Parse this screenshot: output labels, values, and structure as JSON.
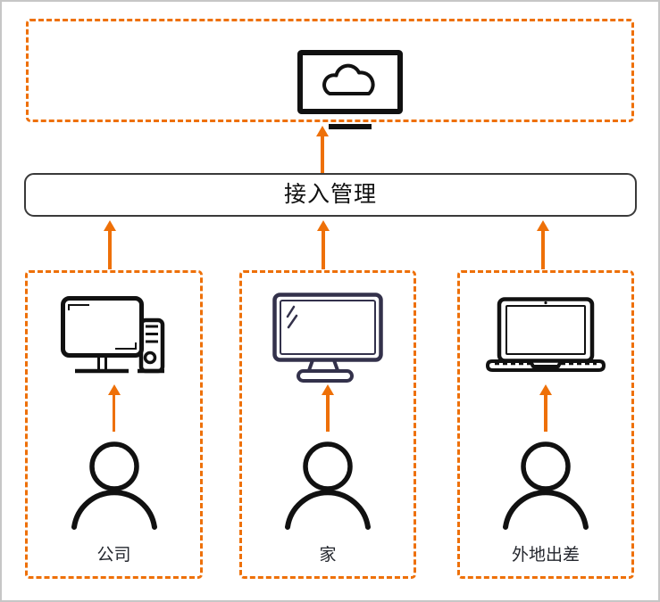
{
  "colors": {
    "accent_orange": "#EE7008",
    "line_dark": "#3A3A3A",
    "icon_black": "#111111",
    "icon_navy": "#33314B",
    "text_dark": "#24272E",
    "canvas_border": "#C6C6C6"
  },
  "diagram": {
    "cloud_zone": {
      "icon": "cloud-monitor"
    },
    "gateway": {
      "label": "接入管理"
    },
    "endpoints": [
      {
        "id": "company",
        "label": "公司",
        "device_icon": "desktop-computer",
        "user_icon": "person"
      },
      {
        "id": "home",
        "label": "家",
        "device_icon": "home-monitor",
        "user_icon": "person"
      },
      {
        "id": "travel",
        "label": "外地出差",
        "device_icon": "laptop",
        "user_icon": "person"
      }
    ],
    "connections": [
      {
        "from": "gateway",
        "to": "cloud-zone"
      },
      {
        "from": "endpoint-company",
        "to": "gateway"
      },
      {
        "from": "endpoint-home",
        "to": "gateway"
      },
      {
        "from": "endpoint-travel",
        "to": "gateway"
      },
      {
        "from": "person-company",
        "to": "device-company"
      },
      {
        "from": "person-home",
        "to": "device-home"
      },
      {
        "from": "person-travel",
        "to": "device-travel"
      }
    ]
  }
}
